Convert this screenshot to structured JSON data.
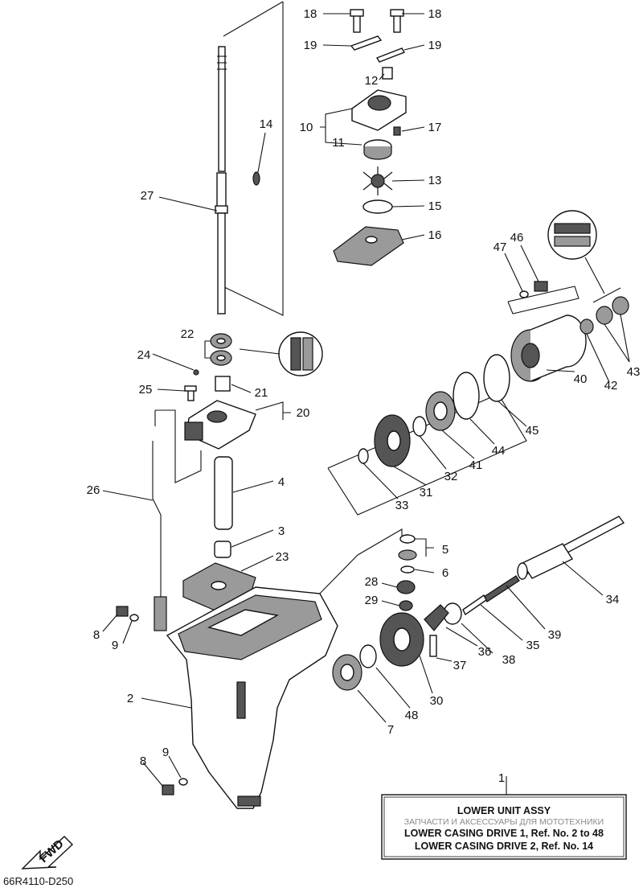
{
  "diagram_code": "66R4110-D250",
  "fwd_label": "FWD",
  "assy_ref": "1",
  "info_box": {
    "title": "LOWER UNIT ASSY",
    "watermark": "ЗАПЧАСТИ И АКСЕССУАРЫ ДЛЯ МОТОТЕХНИКИ",
    "line1": "LOWER CASING DRIVE 1, Ref. No. 2 to 48",
    "line2": "LOWER CASING DRIVE 2, Ref. No. 14"
  },
  "callouts": {
    "p2": "2",
    "p3": "3",
    "p4": "4",
    "p5": "5",
    "p6": "6",
    "p7": "7",
    "p8a": "8",
    "p8b": "8",
    "p9a": "9",
    "p9b": "9",
    "p10": "10",
    "p11": "11",
    "p12": "12",
    "p13": "13",
    "p14": "14",
    "p15": "15",
    "p16": "16",
    "p17": "17",
    "p18a": "18",
    "p18b": "18",
    "p19a": "19",
    "p19b": "19",
    "p20": "20",
    "p21": "21",
    "p22": "22",
    "p23": "23",
    "p24": "24",
    "p25": "25",
    "p26": "26",
    "p27": "27",
    "p28": "28",
    "p29": "29",
    "p30": "30",
    "p31": "31",
    "p32": "32",
    "p33": "33",
    "p34": "34",
    "p35": "35",
    "p36": "36",
    "p37": "37",
    "p38": "38",
    "p39": "39",
    "p40": "40",
    "p41": "41",
    "p42": "42",
    "p43": "43",
    "p44": "44",
    "p45": "45",
    "p46": "46",
    "p47": "47",
    "p48": "48"
  }
}
